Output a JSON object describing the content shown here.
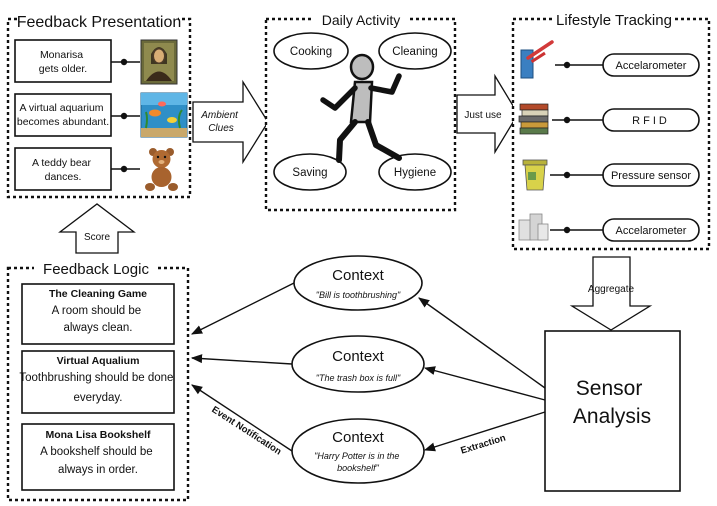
{
  "feedback_presentation": {
    "title": "Feedback Presentation",
    "items": [
      {
        "lines": [
          "Monarisa",
          "gets older."
        ]
      },
      {
        "lines": [
          "A virtual aquarium",
          "becomes abundant."
        ]
      },
      {
        "lines": [
          "A teddy bear",
          "dances."
        ]
      }
    ]
  },
  "daily_activity": {
    "title": "Daily Activity",
    "activities": [
      "Cooking",
      "Cleaning",
      "Saving",
      "Hygiene"
    ]
  },
  "lifestyle_tracking": {
    "title": "Lifestyle Tracking",
    "sensors": [
      "Accelarometer",
      "RFID",
      "Pressure sensor",
      "Accelarometer"
    ]
  },
  "feedback_logic": {
    "title": "Feedback Logic",
    "games": [
      {
        "name": "The Cleaning Game",
        "lines": [
          "A room should be",
          "always clean."
        ]
      },
      {
        "name": "Virtual Aqualium",
        "lines": [
          "Toothbrushing should be done",
          "everyday."
        ]
      },
      {
        "name": "Mona Lisa Bookshelf",
        "lines": [
          "A bookshelf should be",
          "always in order."
        ]
      }
    ]
  },
  "contexts": [
    {
      "title": "Context",
      "lines": [
        "\"Bill is toothbrushing\""
      ]
    },
    {
      "title": "Context",
      "lines": [
        "\"The trash box is full\""
      ]
    },
    {
      "title": "Context",
      "lines": [
        "\"Harry Potter is in the",
        "bookshelf\""
      ]
    }
  ],
  "sensor_analysis": {
    "lines": [
      "Sensor",
      "Analysis"
    ]
  },
  "arrows": {
    "ambient_cues": [
      "Ambient",
      "Clues"
    ],
    "just_use": "Just use",
    "aggregate": "Aggregate",
    "score": "Score",
    "event_notification": "Event Notification",
    "extraction": "Extraction"
  }
}
